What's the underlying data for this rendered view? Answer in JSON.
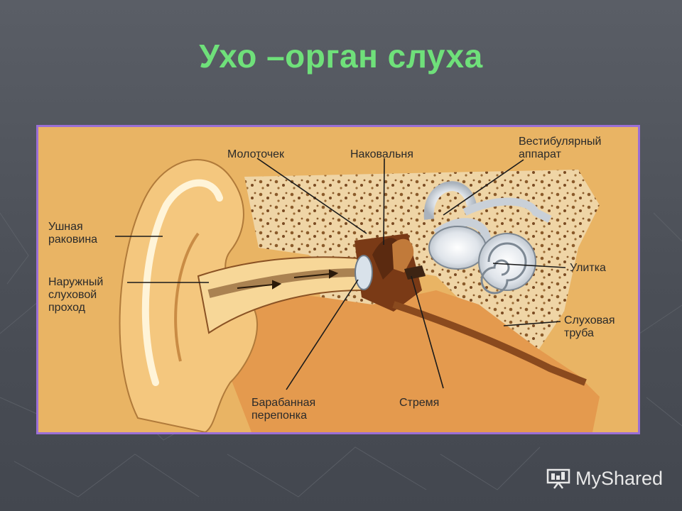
{
  "slide": {
    "title": "Ухо –орган слуха"
  },
  "diagram": {
    "labels": {
      "auricle": "Ушная\nраковина",
      "ear_canal": "Наружный\nслуховой\nпроход",
      "malleus": "Молоточек",
      "incus": "Наковальня",
      "vestibular": "Вестибулярный\nаппарат",
      "cochlea": "Улитка",
      "eustachian": "Слуховая\nтруба",
      "eardrum": "Барабанная\nперепонка",
      "stapes": "Стремя"
    }
  },
  "watermark": {
    "brand": "MyShared",
    "icon": "presentation-icon"
  },
  "colors": {
    "title": "#6fe07a",
    "frame_border": "#9b6fd6",
    "figure_bg": "#e9b464"
  }
}
